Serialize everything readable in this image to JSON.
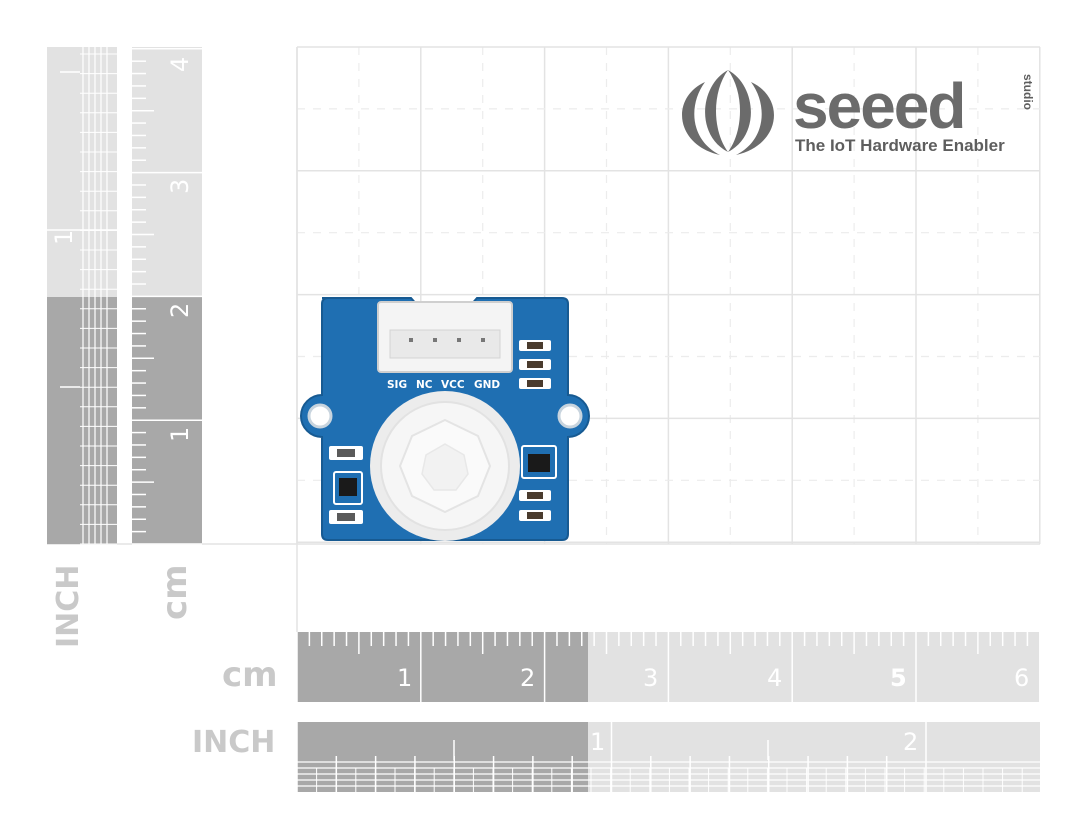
{
  "brand": {
    "name": "seeed",
    "sub": "studio",
    "tagline": "The IoT Hardware Enabler"
  },
  "board": {
    "pins": [
      "SIG",
      "NC",
      "VCC",
      "GND"
    ]
  },
  "rulers": {
    "bottom_cm": {
      "unit": "cm",
      "ticks": [
        "1",
        "2",
        "3",
        "4",
        "5",
        "6"
      ]
    },
    "bottom_inch": {
      "unit": "INCH",
      "ticks": [
        "1",
        "2"
      ]
    },
    "left_cm": {
      "unit": "cm",
      "ticks": [
        "1",
        "2",
        "3",
        "4"
      ]
    },
    "left_inch": {
      "unit": "INCH",
      "ticks": [
        "1"
      ]
    }
  },
  "colors": {
    "ruler_dark": "#a8a8a8",
    "ruler_light": "#e2e2e2",
    "pcb_blue": "#1f6fb2",
    "grid": "#e6e6e6"
  }
}
